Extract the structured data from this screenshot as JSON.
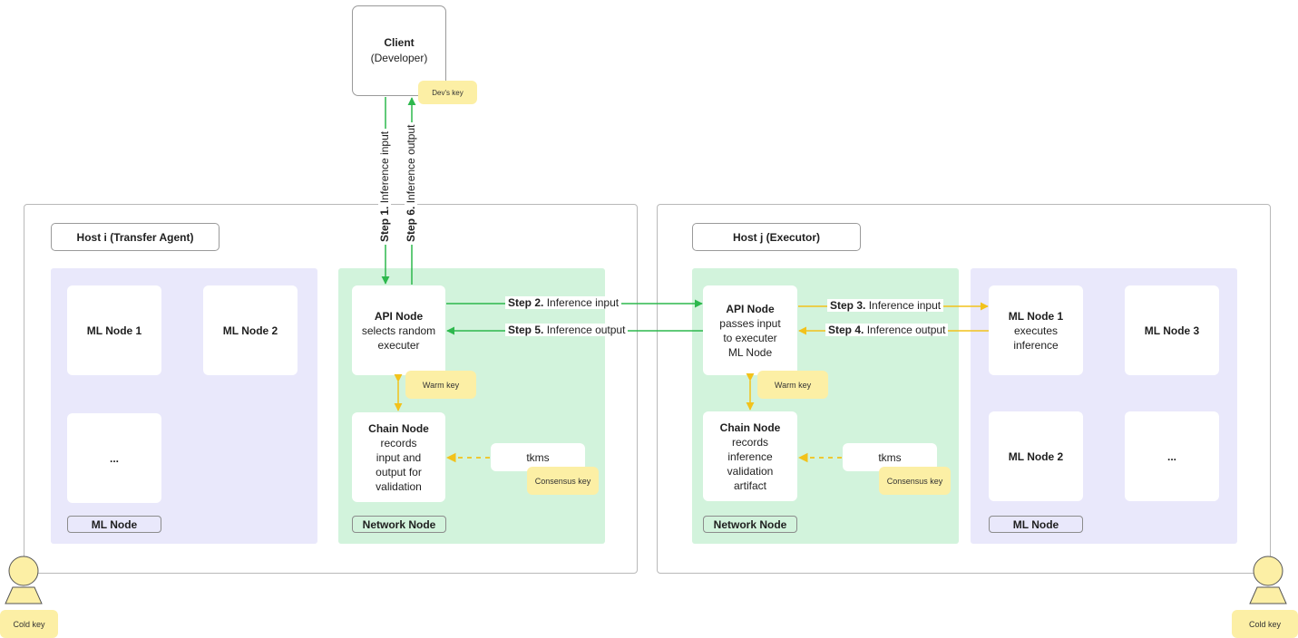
{
  "client": {
    "title": "Client",
    "subtitle": "(Developer)",
    "key": "Dev's key"
  },
  "host_i": {
    "title": "Host i (Transfer Agent)",
    "ml_group": {
      "label": "ML Node",
      "nodes": [
        "ML Node 1",
        "ML Node 2",
        "..."
      ]
    },
    "network_group": {
      "label": "Network Node",
      "api_node": {
        "title": "API Node",
        "desc": [
          "selects random",
          "executer"
        ],
        "key": "Warm key"
      },
      "chain_node": {
        "title": "Chain Node",
        "desc": [
          "records",
          "input and",
          "output for",
          "validation"
        ]
      },
      "tkms": {
        "label": "tkms",
        "key": "Consensus key"
      }
    }
  },
  "host_j": {
    "title": "Host j (Executor)",
    "network_group": {
      "label": "Network Node",
      "api_node": {
        "title": "API Node",
        "desc": [
          "passes input",
          "to executer",
          "ML Node"
        ],
        "key": "Warm key"
      },
      "chain_node": {
        "title": "Chain Node",
        "desc": [
          "records",
          "inference",
          "validation",
          "artifact"
        ]
      },
      "tkms": {
        "label": "tkms",
        "key": "Consensus key"
      }
    },
    "ml_group": {
      "label": "ML Node",
      "node1": {
        "title": "ML Node 1",
        "desc": [
          "executes",
          "inference"
        ]
      },
      "node2": "ML Node 2",
      "node3": "ML Node 3",
      "node4": "..."
    }
  },
  "steps": {
    "s1": {
      "num": "Step 1.",
      "text": "Inference input"
    },
    "s2": {
      "num": "Step 2.",
      "text": "Inference input"
    },
    "s3": {
      "num": "Step 3.",
      "text": "Inference input"
    },
    "s4": {
      "num": "Step 4.",
      "text": "Inference output"
    },
    "s5": {
      "num": "Step 5.",
      "text": "Inference output"
    },
    "s6": {
      "num": "Step 6.",
      "text": "Inference output"
    }
  },
  "cold_keys": {
    "left": "Cold key",
    "right": "Cold key"
  },
  "colors": {
    "green_arrow": "#2db84d",
    "yellow_arrow": "#f2c21b",
    "purple_group": "#e9e8fb",
    "green_group": "#d2f3dc",
    "key_fill": "#fcefa5"
  }
}
